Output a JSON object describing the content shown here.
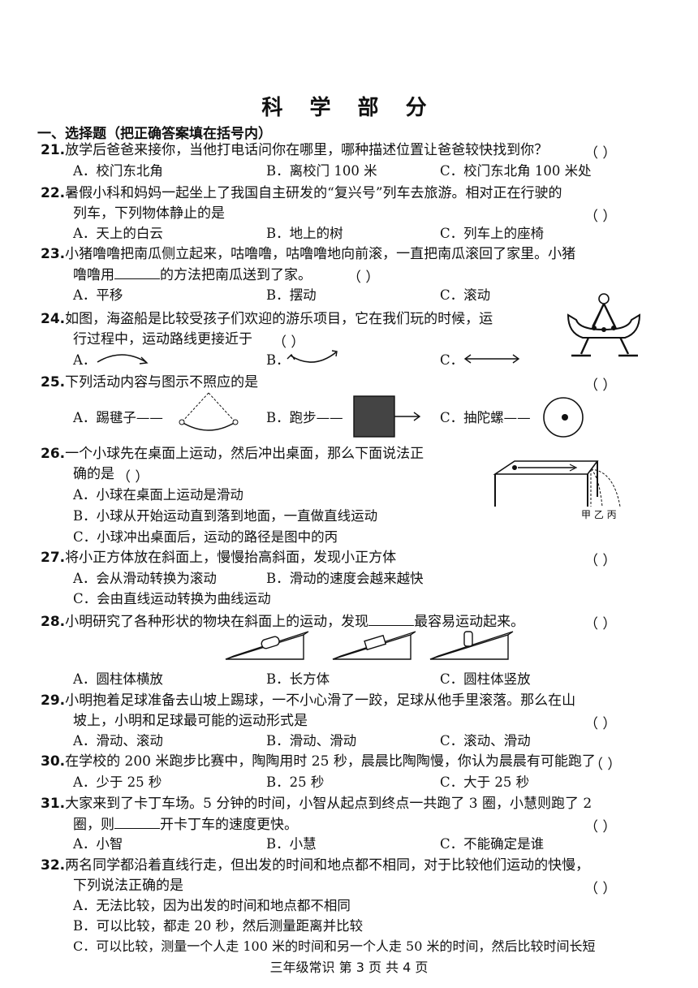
{
  "title": "科 学 部 分",
  "section": "一、选择题（把正确答案填在括号内）",
  "paren": "（      ）",
  "questions": {
    "q21": {
      "num": "21.",
      "text": "放学后爸爸来接你，当他打电话问你在哪里，哪种描述位置让爸爸较快找到你？",
      "a": "A．校门东北角",
      "b": "B．离校门 100 米",
      "c": "C．校门东北角 100 米处"
    },
    "q22": {
      "num": "22.",
      "text1": "暑假小科和妈妈一起坐上了我国自主研发的“复兴号”列车去旅游。相对正在行驶的",
      "text2": "列车，下列物体静止的是",
      "a": "A．天上的白云",
      "b": "B．地上的树",
      "c": "C．列车上的座椅"
    },
    "q23": {
      "num": "23.",
      "text1": "小猪噜噜把南瓜侧立起来，咕噜噜，咕噜噜地向前滚，一直把南瓜滚回了家里。小猪",
      "text2a": "噜噜用",
      "text2b": "的方法把南瓜送到了家。",
      "a": "A．平移",
      "b": "B．摆动",
      "c": "C．滚动"
    },
    "q24": {
      "num": "24.",
      "text1": "如图，海盗船是比较受孩子们欢迎的游乐项目，它在我们玩的时候，运",
      "text2": "行过程中，运动路线更接近于",
      "a": "A．",
      "b": "B．",
      "c": "C．"
    },
    "q25": {
      "num": "25.",
      "text": "下列活动内容与图示不照应的是",
      "a": "A．踢毽子——",
      "b": "B．跑步——",
      "c": "C．抽陀螺——"
    },
    "q26": {
      "num": "26.",
      "text1": "一个小球先在桌面上运动，然后冲出桌面，那么下面说法正",
      "text2": "确的是",
      "a": "A．小球在桌面上运动是滑动",
      "b": "B．小球从开始运动直到落到地面，一直做直线运动",
      "c": "C．小球冲出桌面后，运动的路径是图中的丙",
      "fig_labels": "甲 乙 丙"
    },
    "q27": {
      "num": "27.",
      "text": "将小正方体放在斜面上，慢慢抬高斜面，发现小正方体",
      "a": "A．会从滑动转换为滚动",
      "b": "B．滑动的速度会越来越快",
      "c": "C．会由直线运动转换为曲线运动"
    },
    "q28": {
      "num": "28.",
      "text_a": "小明研究了各种形状的物块在斜面上的运动，发现",
      "text_b": "最容易运动起来。",
      "a": "A．圆柱体横放",
      "b": "B．长方体",
      "c": "C．圆柱体竖放"
    },
    "q29": {
      "num": "29.",
      "text1": "小明抱着足球准备去山坡上踢球，一不小心滑了一跤，足球从他手里滚落。那么在山",
      "text2": "坡上，小明和足球最可能的运动形式是",
      "a": "A．滑动、滚动",
      "b": "B．滑动、滑动",
      "c": "C．滚动、滑动"
    },
    "q30": {
      "num": "30.",
      "text": "在学校的 200 米跑步比赛中，陶陶用时 25 秒，晨晨比陶陶慢，你认为晨晨有可能跑了",
      "a": "A．少于 25 秒",
      "b": "B．25 秒",
      "c": "C．大于 25 秒"
    },
    "q31": {
      "num": "31.",
      "text1": "大家来到了卡丁车场。5 分钟的时间，小智从起点到终点一共跑了 3 圈，小慧则跑了 2",
      "text2a": "圈，则",
      "text2b": "开卡丁车的速度更快。",
      "a": "A．小智",
      "b": "B．小慧",
      "c": "C．不能确定是谁"
    },
    "q32": {
      "num": "32.",
      "text1": "两名同学都沿着直线行走，但出发的时间和地点都不相同，对于比较他们运动的快慢，",
      "text2": "下列说法正确的是",
      "a": "A．无法比较，因为出发的时间和地点都不相同",
      "b": "B．可以比较，都走 20 秒，然后测量距离并比较",
      "c": "C．可以比较，测量一个人走 100 米的时间和另一个人走 50 米的时间，然后比较时间长短"
    }
  },
  "footer": "三年级常识   第 3 页   共 4 页"
}
